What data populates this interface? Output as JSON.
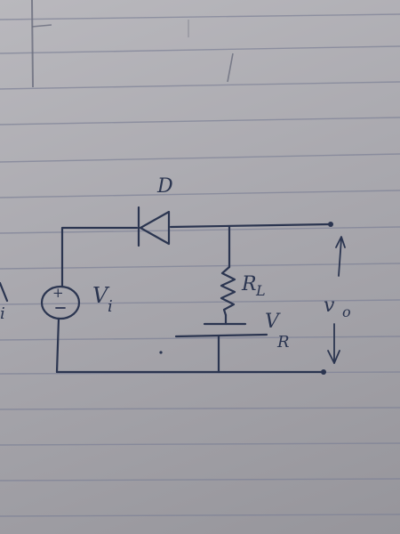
{
  "diagram": {
    "labels": {
      "diode": "D",
      "resistor": "R",
      "resistor_sub": "L",
      "source": "V",
      "source_sub": "i",
      "reference": "V",
      "reference_sub": "R",
      "output": "v",
      "output_sub": "o",
      "plus": "+",
      "minus": "−"
    },
    "colors": {
      "ink": "#2b3550",
      "paper": "#b3b2b8",
      "rule_line": "#7d8196"
    }
  }
}
